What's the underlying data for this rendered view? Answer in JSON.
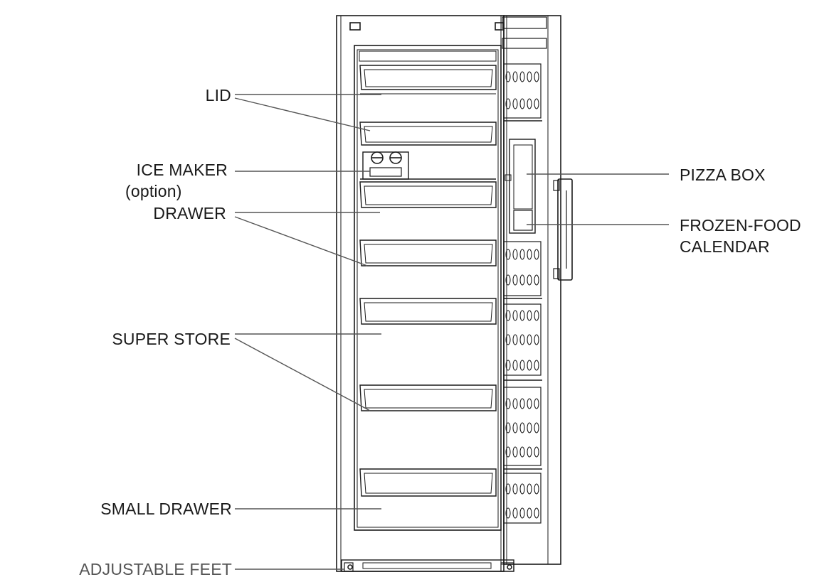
{
  "labels": {
    "lid": "LID",
    "ice_maker": "ICE MAKER",
    "ice_maker_note": "(option)",
    "drawer": "DRAWER",
    "super_store": "SUPER STORE",
    "small_drawer": "SMALL DRAWER",
    "adjustable_feet": "ADJUSTABLE FEET",
    "pizza_box": "PIZZA BOX",
    "frozen_food_1": "FROZEN-FOOD",
    "frozen_food_2": "CALENDAR"
  },
  "colors": {
    "line": "#1a1a1a",
    "leader": "#555555",
    "background": "#ffffff"
  }
}
